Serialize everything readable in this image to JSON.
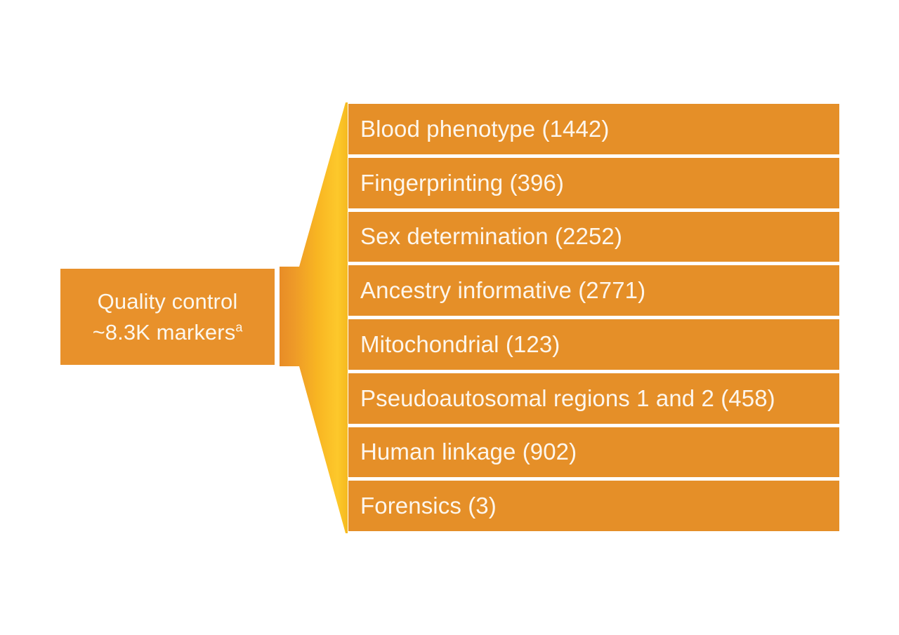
{
  "diagram": {
    "type": "flow-fan-out",
    "background_color": "#FFFFFF",
    "source": {
      "title_line_1": "Quality control",
      "title_line_2": "~8.3K markers",
      "footnote_marker": "a",
      "box_color": "#E8912B",
      "text_color": "#FCF7ED"
    },
    "connector": {
      "shape": "right-pointing-arrow",
      "gradient_start_color": "#E8912B",
      "gradient_end_color": "#FDC72B"
    },
    "branches": {
      "item_color": "#E58F28",
      "text_color": "#FDF6EC",
      "items": [
        {
          "label": "Blood phenotype (1442)",
          "category": "Blood phenotype",
          "count": 1442
        },
        {
          "label": "Fingerprinting (396)",
          "category": "Fingerprinting",
          "count": 396
        },
        {
          "label": "Sex determination (2252)",
          "category": "Sex determination",
          "count": 2252
        },
        {
          "label": "Ancestry informative (2771)",
          "category": "Ancestry informative",
          "count": 2771
        },
        {
          "label": "Mitochondrial (123)",
          "category": "Mitochondrial",
          "count": 123
        },
        {
          "label": "Pseudoautosomal regions 1 and 2 (458)",
          "category": "Pseudoautosomal regions 1 and 2",
          "count": 458
        },
        {
          "label": "Human linkage (902)",
          "category": "Human linkage",
          "count": 902
        },
        {
          "label": "Forensics (3)",
          "category": "Forensics",
          "count": 3
        }
      ]
    }
  }
}
